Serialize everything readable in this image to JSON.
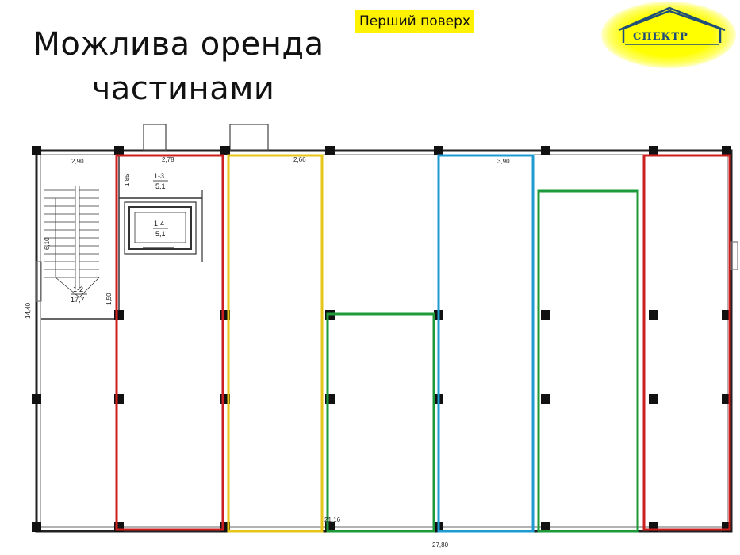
{
  "title": {
    "line1": "Можлива оренда",
    "line2": "частинами"
  },
  "floor_badge": "Перший поверх",
  "logo": {
    "text": "СПЕКТР",
    "icon": "house-roof-logo-icon",
    "glow_color": "#ffff00",
    "text_color": "#1f4e79"
  },
  "plan": {
    "dimensions": {
      "top_left": "2,90",
      "top_a": "2,78",
      "top_b": "2,66",
      "top_c": "3,90",
      "stair_v": "1,85",
      "stair_h": "1,50",
      "left_total": "14,40",
      "stair_label": "6,10",
      "bottom_mid": "21,16",
      "bottom_total": "27,80"
    },
    "rooms": [
      {
        "number": "1-3",
        "area": "5,1"
      },
      {
        "number": "1-4",
        "area": "5,1"
      },
      {
        "number": "1-2",
        "area": "17,7"
      }
    ],
    "zones": [
      {
        "name": "red-left",
        "color": "#cc1f1f"
      },
      {
        "name": "yellow",
        "color": "#e6c619"
      },
      {
        "name": "green-left",
        "color": "#1f9a3a"
      },
      {
        "name": "blue",
        "color": "#1f9bd0"
      },
      {
        "name": "green-right",
        "color": "#1f9a3a"
      },
      {
        "name": "red-right",
        "color": "#cc1f1f"
      }
    ]
  }
}
